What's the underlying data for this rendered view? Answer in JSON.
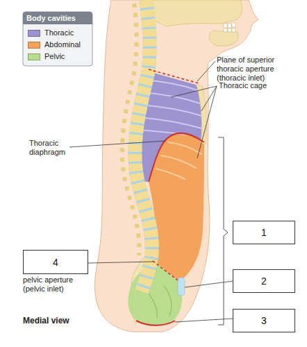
{
  "diagram": {
    "nodes": [
      {
        "text": [
          "1"
        ]
      },
      {
        "text": [
          "4"
        ]
      },
      {
        "text": [
          "2"
        ]
      },
      {
        "text": [
          "3"
        ]
      }
    ],
    "labels": [
      "Body cavities",
      "Plane of superior thoracic aperture (thoracic inlet)",
      "Thoracic cage",
      "Thoracic diaphragm",
      "pelvic aperture (pelvic inlet)",
      "Medial view"
    ],
    "legend": [
      {
        "text": "Thoracic",
        "color": "#9d93d1"
      },
      {
        "text": "Abdominal",
        "color": "#f4a35c"
      },
      {
        "text": "Pelvic",
        "color": "#b9dc8f"
      }
    ]
  }
}
